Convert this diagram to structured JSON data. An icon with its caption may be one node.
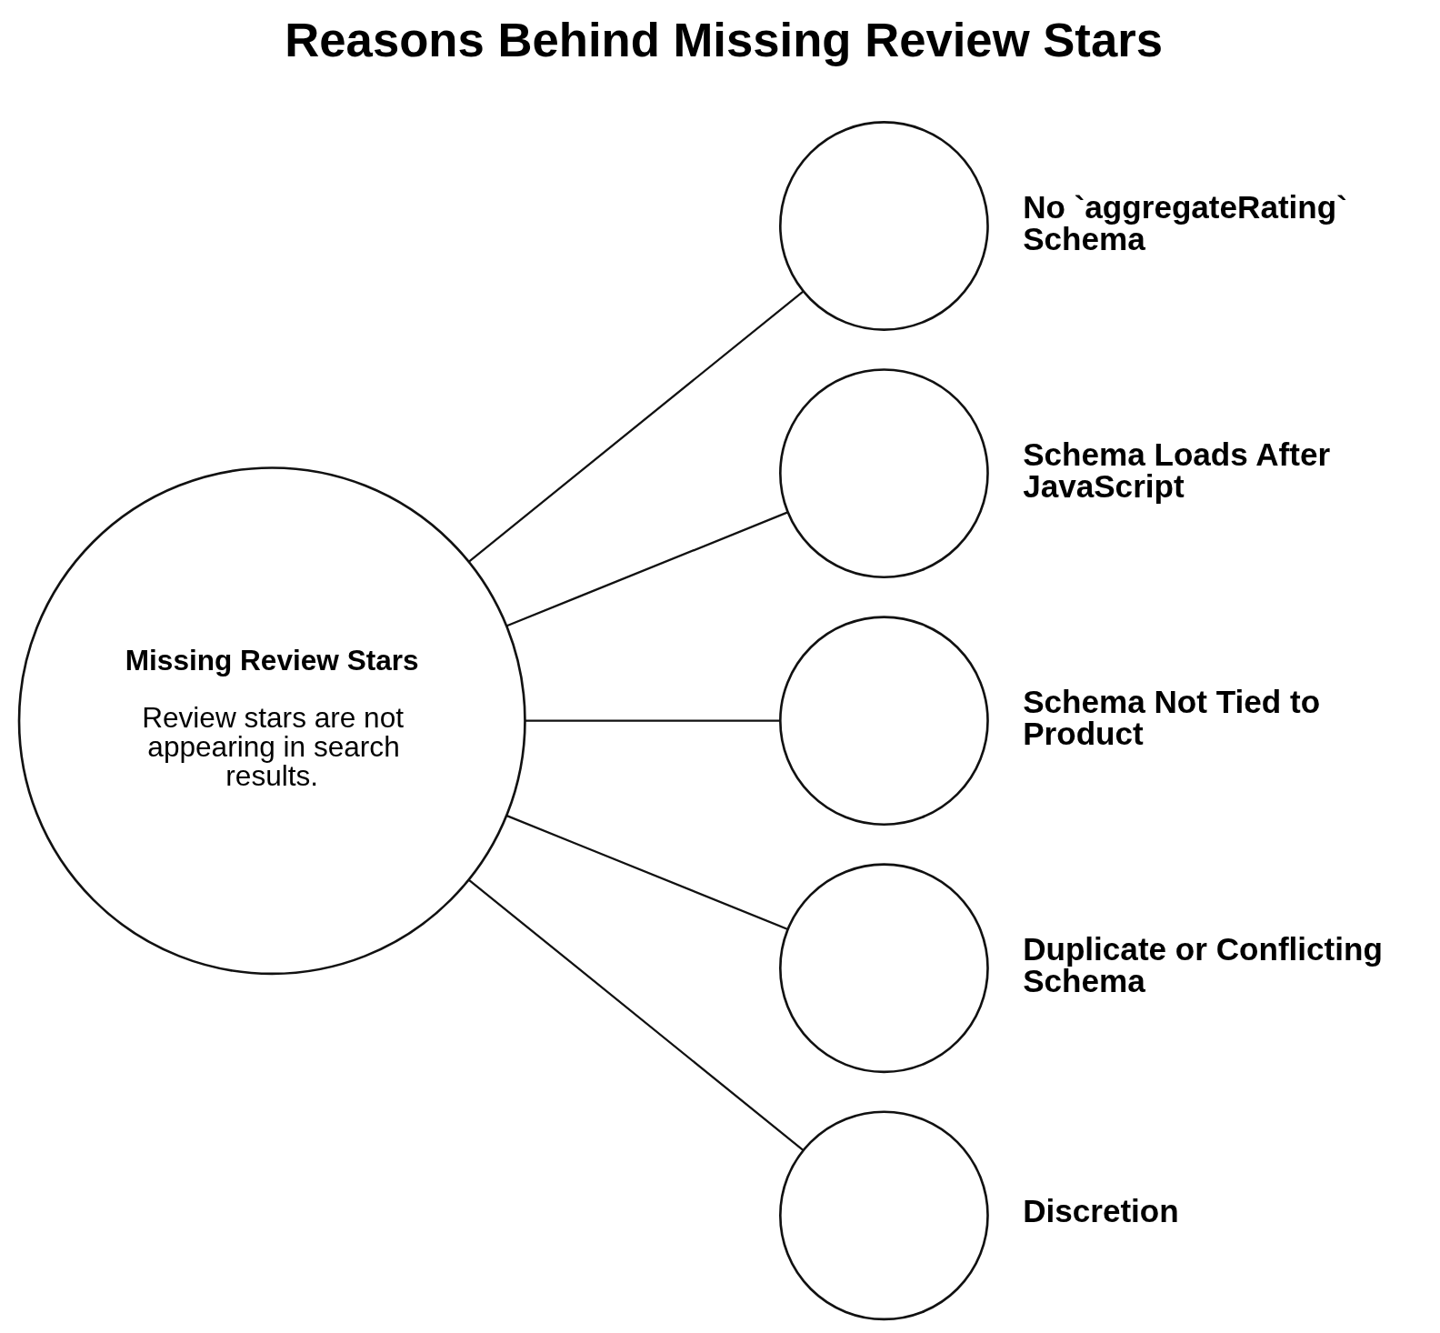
{
  "diagram": {
    "title": "Reasons Behind Missing Review Stars",
    "nodes": [
      {
        "text": [
          "Missing Review Stars",
          "Review stars are not appearing in search results."
        ]
      },
      {
        "text": [],
        "shape": "circle",
        "beside": [
          "No `aggregateRating` Schema"
        ]
      },
      {
        "text": [],
        "shape": "circle",
        "beside": [
          "Schema Loads After JavaScript"
        ]
      },
      {
        "text": [],
        "shape": "circle",
        "beside": [
          "Schema Not Tied to Product"
        ]
      },
      {
        "text": [],
        "shape": "circle",
        "beside": [
          "Duplicate or Conflicting Schema"
        ]
      },
      {
        "text": [],
        "shape": "circle",
        "beside": [
          "Discretion"
        ]
      }
    ],
    "edges": [
      {
        "from": 0,
        "to": 1,
        "arrow": "none"
      },
      {
        "from": 0,
        "to": 2,
        "arrow": "none"
      },
      {
        "from": 0,
        "to": 3,
        "arrow": "none"
      },
      {
        "from": 0,
        "to": 4,
        "arrow": "none"
      },
      {
        "from": 0,
        "to": 5,
        "arrow": "none"
      }
    ]
  }
}
